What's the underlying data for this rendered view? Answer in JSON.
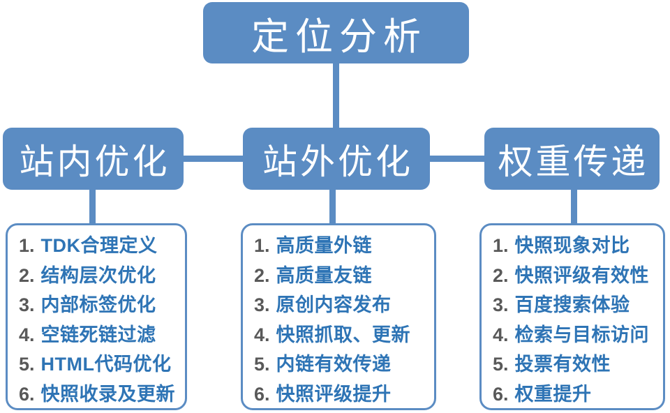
{
  "title": "定位分析",
  "colors": {
    "box_blue": "#5b8cc3",
    "item_text_blue": "#2e74b5",
    "number_gray": "#595959",
    "background": "#ffffff"
  },
  "branches": [
    {
      "label": "站内优化",
      "items": [
        {
          "num": "1.",
          "text": "TDK合理定义"
        },
        {
          "num": "2.",
          "text": "结构层次优化"
        },
        {
          "num": "3.",
          "text": "内部标签优化"
        },
        {
          "num": "4.",
          "text": "空链死链过滤"
        },
        {
          "num": "5.",
          "text": "HTML代码优化"
        },
        {
          "num": "6.",
          "text": "快照收录及更新"
        }
      ]
    },
    {
      "label": "站外优化",
      "items": [
        {
          "num": "1.",
          "text": "高质量外链"
        },
        {
          "num": "2.",
          "text": "高质量友链"
        },
        {
          "num": "3.",
          "text": "原创内容发布"
        },
        {
          "num": "4.",
          "text": "快照抓取、更新"
        },
        {
          "num": "5.",
          "text": "内链有效传递"
        },
        {
          "num": "6.",
          "text": "快照评级提升"
        }
      ]
    },
    {
      "label": "权重传递",
      "items": [
        {
          "num": "1.",
          "text": "快照现象对比"
        },
        {
          "num": "2.",
          "text": "快照评级有效性"
        },
        {
          "num": "3.",
          "text": "百度搜索体验"
        },
        {
          "num": "4.",
          "text": "检索与目标访问"
        },
        {
          "num": "5.",
          "text": "投票有效性"
        },
        {
          "num": "6.",
          "text": "权重提升"
        }
      ]
    }
  ]
}
